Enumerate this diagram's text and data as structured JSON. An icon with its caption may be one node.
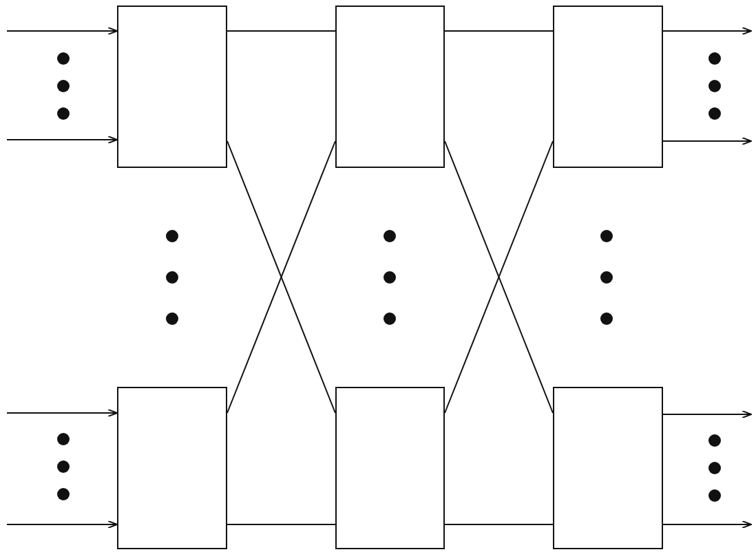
{
  "diagram": {
    "nodes": [
      {
        "text": [],
        "shape": "box"
      },
      {
        "text": [],
        "shape": "box"
      },
      {
        "text": [],
        "shape": "box"
      },
      {
        "text": [],
        "shape": "box"
      },
      {
        "text": [],
        "shape": "box"
      },
      {
        "text": [],
        "shape": "box"
      }
    ],
    "edges": [
      {
        "from": null,
        "to": 0,
        "arrow": "to"
      },
      {
        "from": null,
        "to": 0,
        "arrow": "to"
      },
      {
        "from": null,
        "to": 3,
        "arrow": "to"
      },
      {
        "from": null,
        "to": 3,
        "arrow": "to"
      },
      {
        "from": 0,
        "to": 1,
        "arrow": "none"
      },
      {
        "from": 1,
        "to": 2,
        "arrow": "none"
      },
      {
        "from": 3,
        "to": 4,
        "arrow": "none"
      },
      {
        "from": 4,
        "to": 5,
        "arrow": "none"
      },
      {
        "from": 0,
        "to": 4,
        "arrow": "none"
      },
      {
        "from": 3,
        "to": 1,
        "arrow": "none"
      },
      {
        "from": 1,
        "to": 5,
        "arrow": "none"
      },
      {
        "from": 4,
        "to": 2,
        "arrow": "none"
      },
      {
        "from": 2,
        "to": null,
        "arrow": "to"
      },
      {
        "from": 2,
        "to": null,
        "arrow": "to"
      },
      {
        "from": 5,
        "to": null,
        "arrow": "to"
      },
      {
        "from": 5,
        "to": null,
        "arrow": "to"
      }
    ]
  }
}
